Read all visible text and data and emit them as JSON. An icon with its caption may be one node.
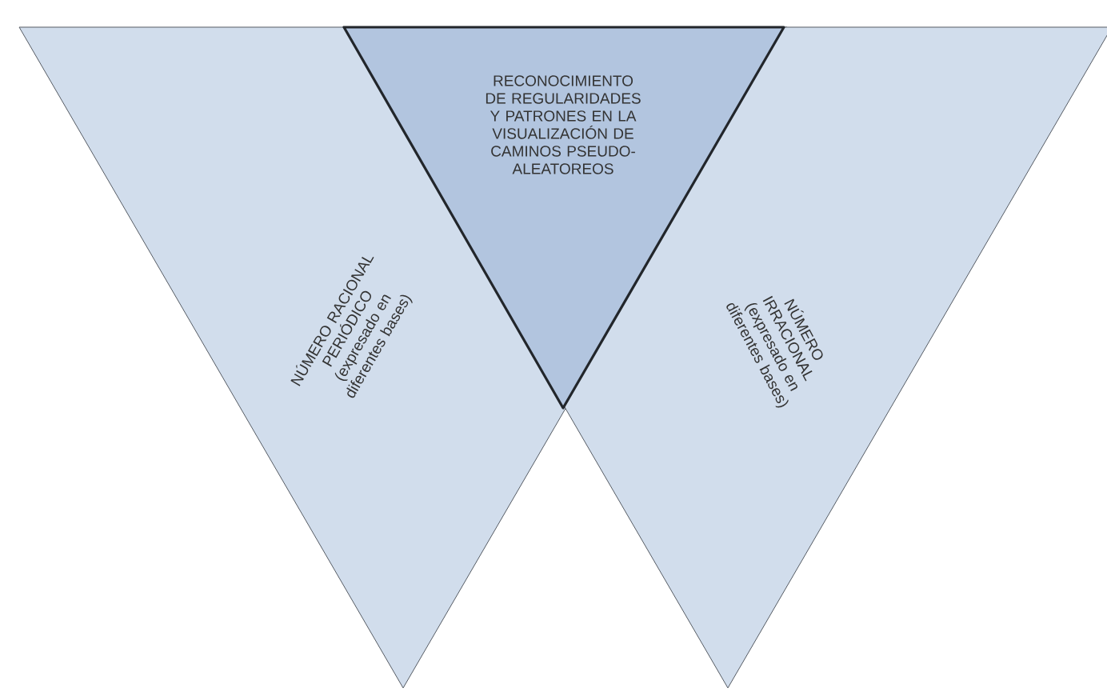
{
  "diagram": {
    "nodes": [
      {
        "text": [
          "NÚMERO RACIONAL PERIÓDICO",
          "(expresado en diferentes bases)"
        ]
      },
      {
        "text": [
          "RECONOCIMIENTO DE REGULARIDADES Y PATRONES EN LA VISUALIZACIÓN DE CAMINOS PSEUDO-ALEATOREOS"
        ]
      },
      {
        "text": [
          "NÚMERO IRRACIONAL",
          "(expresado en diferentes bases)"
        ]
      }
    ]
  }
}
